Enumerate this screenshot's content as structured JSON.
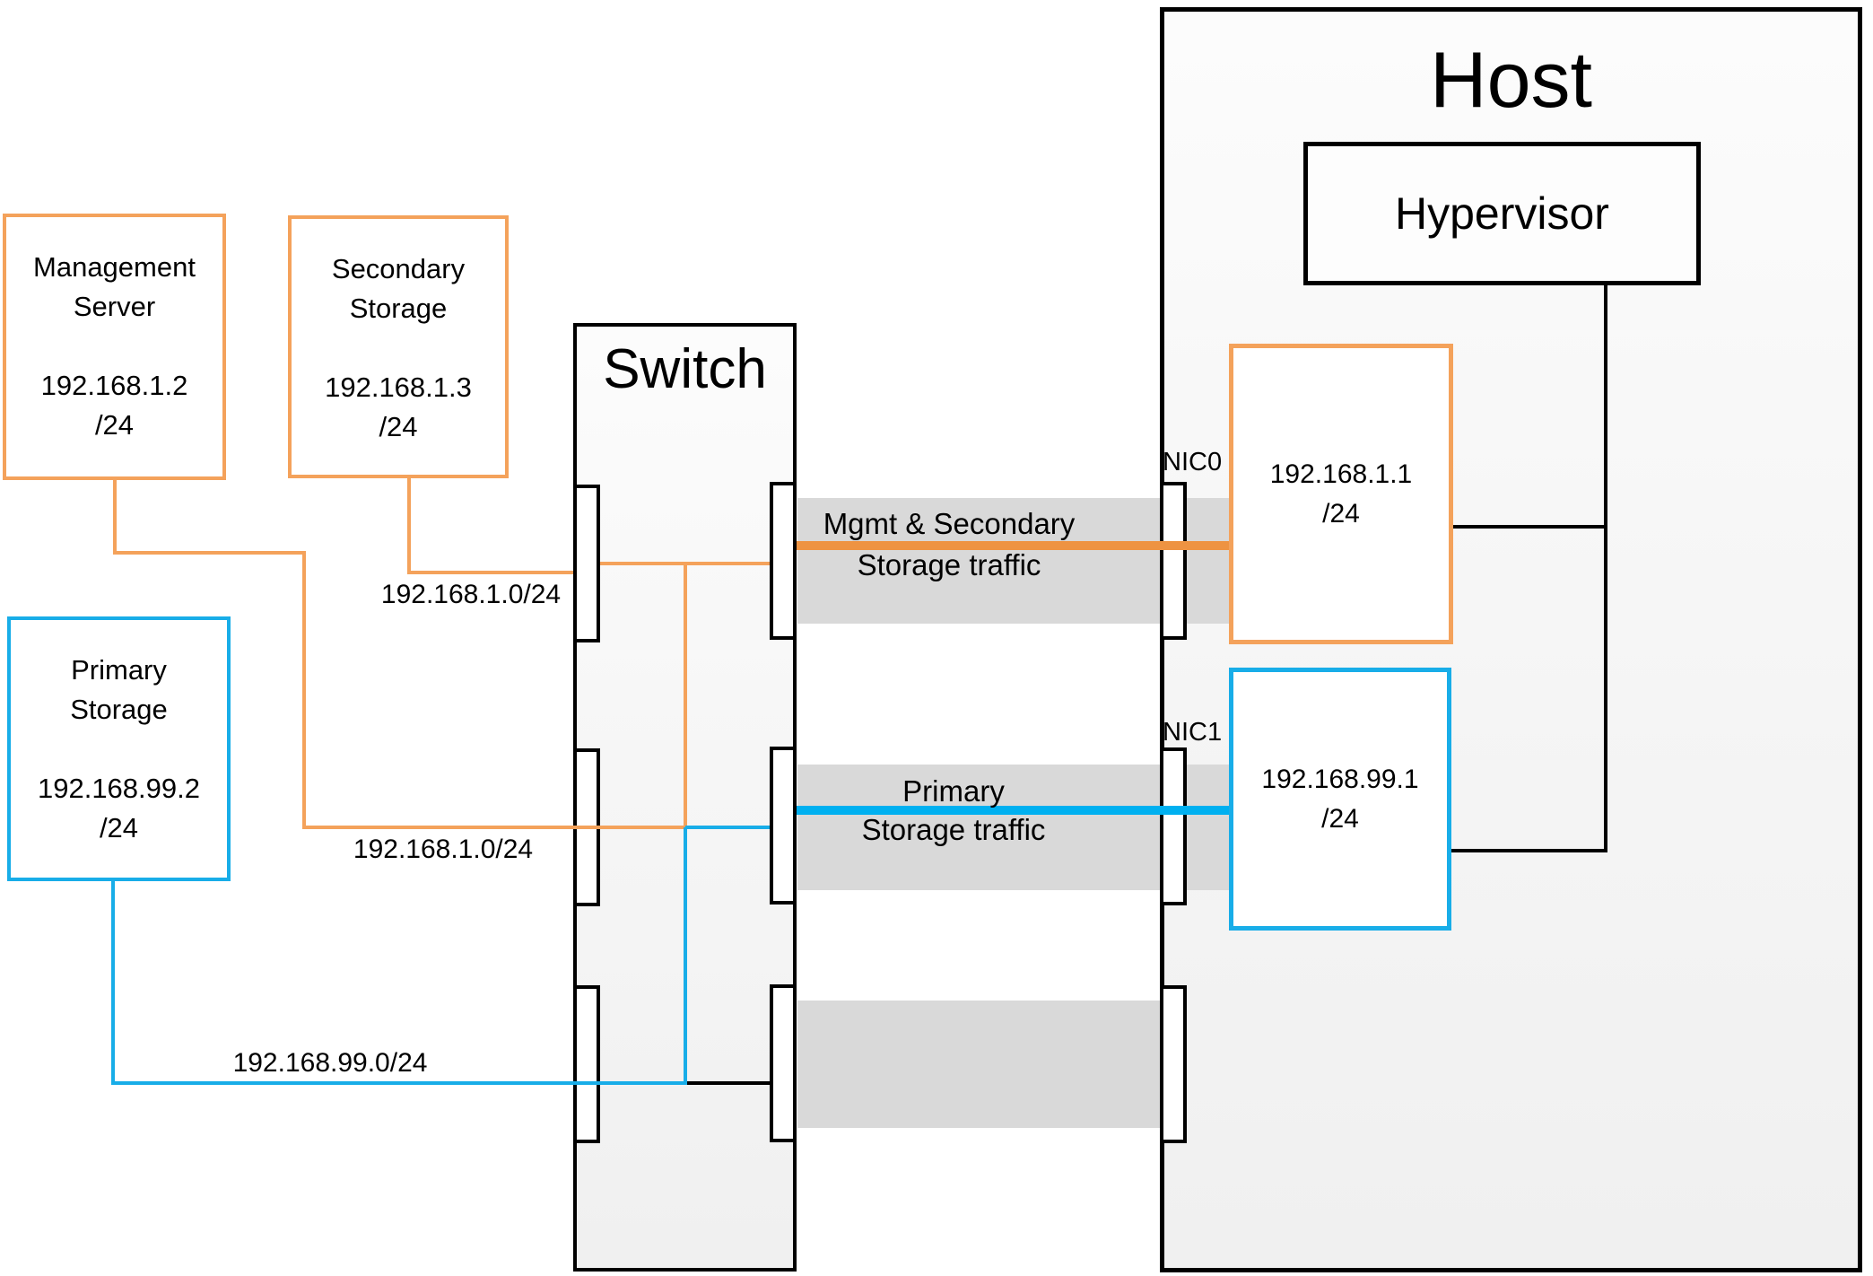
{
  "nodes": {
    "management_server": {
      "line1": "Management",
      "line2": "Server",
      "ip": "192.168.1.2",
      "mask": "/24"
    },
    "secondary_storage": {
      "line1": "Secondary",
      "line2": "Storage",
      "ip": "192.168.1.3",
      "mask": "/24"
    },
    "primary_storage": {
      "line1": "Primary",
      "line2": "Storage",
      "ip": "192.168.99.2",
      "mask": "/24"
    },
    "switch": {
      "title": "Switch"
    },
    "host": {
      "title": "Host"
    },
    "hypervisor": {
      "title": "Hypervisor"
    },
    "nic0": {
      "label": "NIC0",
      "ip": "192.168.1.1",
      "mask": "/24"
    },
    "nic1": {
      "label": "NIC1",
      "ip": "192.168.99.1",
      "mask": "/24"
    }
  },
  "subnets": {
    "secondary_link": "192.168.1.0/24",
    "management_link": "192.168.1.0/24",
    "primary_link": "192.168.99.0/24"
  },
  "traffic_labels": {
    "mgmt_line1": "Mgmt & Secondary",
    "mgmt_line2": "Storage traffic",
    "primary_line1": "Primary",
    "primary_line2": "Storage traffic"
  },
  "colors": {
    "orange": "#F4A25B",
    "orange_thick": "#EE9342",
    "blue": "#18ADE8",
    "blue_thick": "#00B0F0",
    "band_gray": "#D9D9D9",
    "black": "#000000"
  }
}
